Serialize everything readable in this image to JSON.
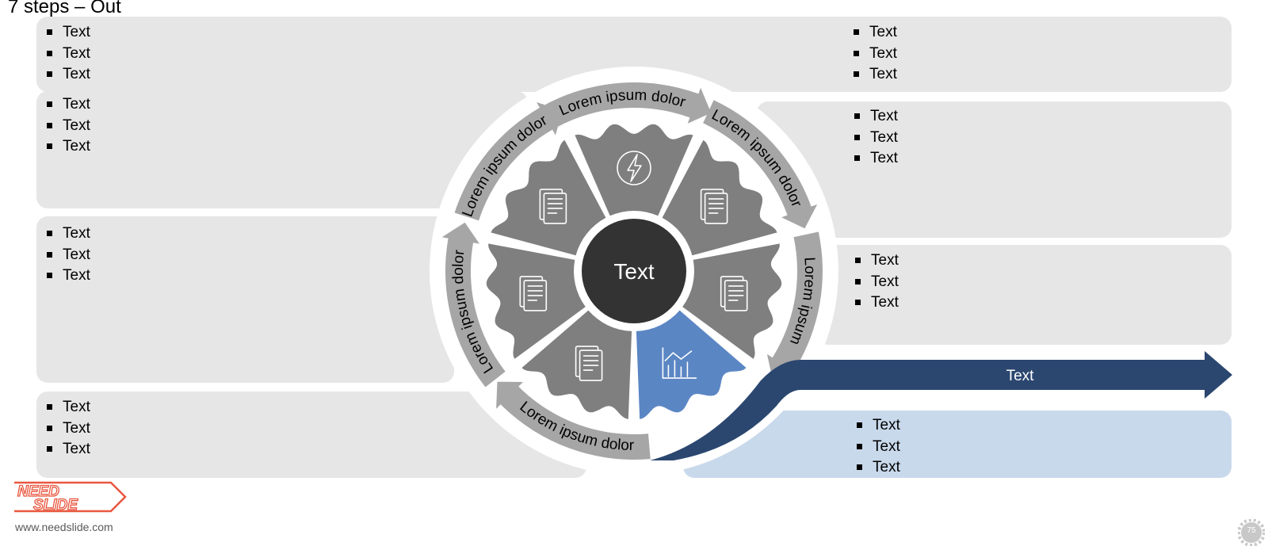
{
  "title": "7 steps – Out",
  "center_label": "Text",
  "arrow_label": "Text",
  "arc_labels": [
    "Lorem ipsum dolor",
    "Lorem ipsum dolor",
    "Lorem ipsum",
    "Lorem ipsum dolor",
    "Lorem ipsum dolor",
    "Lorem ipsum dolor",
    "Lorem ipsum dolor"
  ],
  "left_boxes": [
    {
      "items": [
        "Text",
        "Text",
        "Text"
      ]
    },
    {
      "items": [
        "Text",
        "Text",
        "Text"
      ]
    },
    {
      "items": [
        "Text",
        "Text",
        "Text"
      ]
    },
    {
      "items": [
        "Text",
        "Text",
        "Text"
      ]
    }
  ],
  "right_boxes": [
    {
      "items": [
        "Text",
        "Text",
        "Text"
      ]
    },
    {
      "items": [
        "Text",
        "Text",
        "Text"
      ]
    },
    {
      "items": [
        "Text",
        "Text",
        "Text"
      ]
    },
    {
      "items": [
        "Text",
        "Text",
        "Text"
      ]
    }
  ],
  "icons": [
    "lightning-icon",
    "document-pie-chart-icon",
    "checklist-icon",
    "bar-chart-icon",
    "certificate-document-icon",
    "upload-checklist-icon",
    "document-chart-icon"
  ],
  "footer": {
    "logo_line1": "NEED",
    "logo_line2": "SLIDE",
    "website": "www.needslide.com",
    "page_number": "75"
  },
  "colors": {
    "panel": "#e6e6e6",
    "highlight_panel": "#c9d9ec",
    "segment": "#7f7f7f",
    "active_segment": "#5b86c4",
    "ring_arrow": "#a6a6a6",
    "dark_arrow": "#2b4770",
    "center": "#333333",
    "logo": "#e9573f"
  }
}
